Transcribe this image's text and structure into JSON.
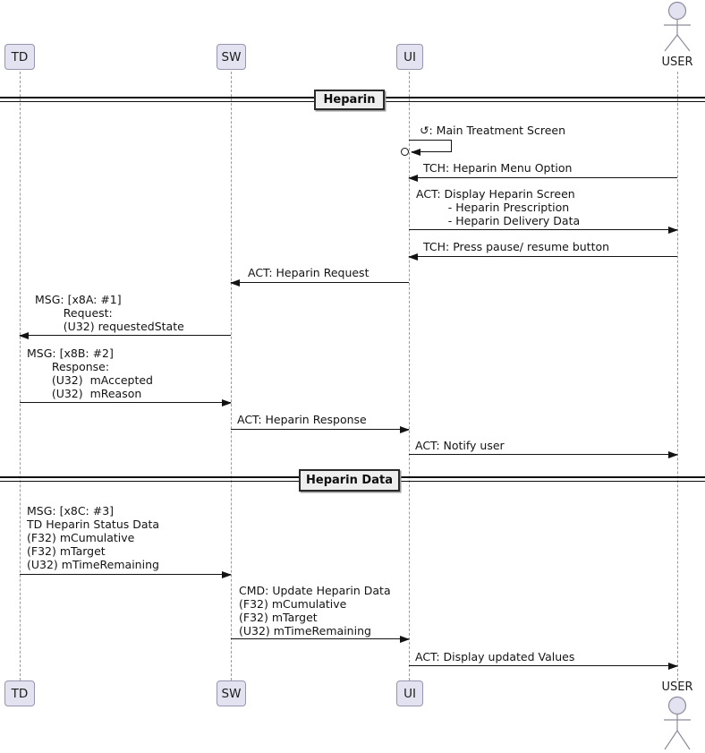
{
  "participants": [
    {
      "id": "TD",
      "label": "TD",
      "type": "box"
    },
    {
      "id": "SW",
      "label": "SW",
      "type": "box"
    },
    {
      "id": "UI",
      "label": "UI",
      "type": "box"
    },
    {
      "id": "USER",
      "label": "USER",
      "type": "actor"
    }
  ],
  "dividers": [
    {
      "label": "Heparin"
    },
    {
      "label": "Heparin Data"
    }
  ],
  "messages": [
    {
      "from": "UI",
      "to": "UI",
      "kind": "self",
      "text": "↺: Main Treatment Screen"
    },
    {
      "from": "USER",
      "to": "UI",
      "kind": "left",
      "text": "TCH: Heparin Menu Option"
    },
    {
      "from": "UI",
      "to": "USER",
      "kind": "right",
      "text": "ACT: Display Heparin Screen\n         - Heparin Prescription\n         - Heparin Delivery Data"
    },
    {
      "from": "USER",
      "to": "UI",
      "kind": "left",
      "text": "TCH: Press pause/ resume button"
    },
    {
      "from": "UI",
      "to": "SW",
      "kind": "left",
      "text": "ACT: Heparin Request"
    },
    {
      "from": "SW",
      "to": "TD",
      "kind": "left",
      "text": "MSG: [x8A: #1]\n        Request:\n        (U32) requestedState"
    },
    {
      "from": "TD",
      "to": "SW",
      "kind": "right",
      "text": "MSG: [x8B: #2]\n       Response:\n       (U32)  mAccepted\n       (U32)  mReason"
    },
    {
      "from": "SW",
      "to": "UI",
      "kind": "right",
      "text": "ACT: Heparin Response"
    },
    {
      "from": "UI",
      "to": "USER",
      "kind": "right",
      "text": "ACT: Notify user"
    },
    {
      "from": "TD",
      "to": "SW",
      "kind": "right",
      "text": "MSG: [x8C: #3]\nTD Heparin Status Data\n(F32) mCumulative\n(F32) mTarget\n(U32) mTimeRemaining"
    },
    {
      "from": "SW",
      "to": "UI",
      "kind": "right",
      "text": "CMD: Update Heparin Data\n(F32) mCumulative\n(F32) mTarget\n(U32) mTimeRemaining"
    },
    {
      "from": "UI",
      "to": "USER",
      "kind": "right",
      "text": "ACT: Display updated Values"
    }
  ],
  "colors": {
    "participant_fill": "#E2E2F0",
    "participant_border": "#9595AF",
    "lifeline": "#9a9a9a",
    "arrow": "#131313",
    "divider_fill": "#EEEEEE",
    "divider_border": "#2a2a2a"
  }
}
